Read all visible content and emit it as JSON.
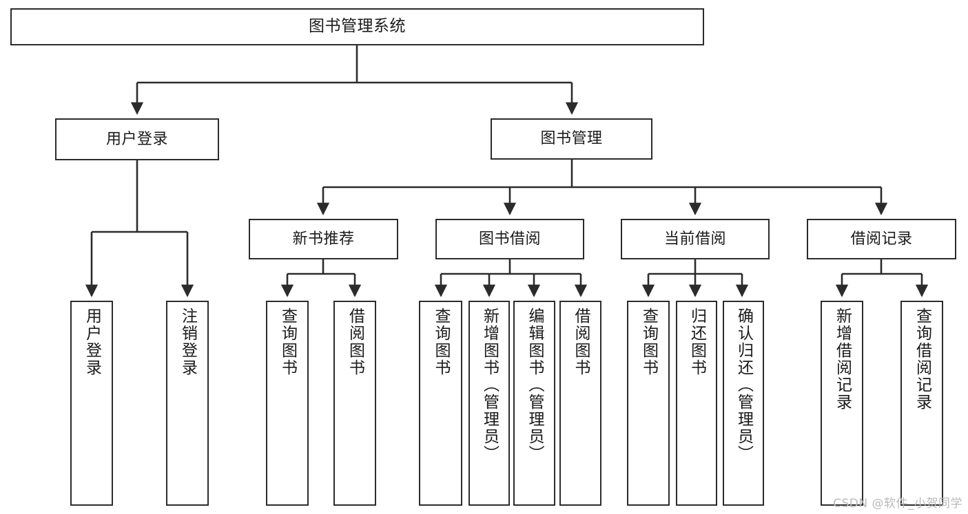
{
  "diagram": {
    "title": "图书管理系统",
    "type": "tree-hierarchy",
    "watermark": "CSDN @软件_小贺同学",
    "colors": {
      "box_border": "#2b2b2b",
      "box_fill": "#ffffff",
      "edge": "#2b2b2b",
      "text": "#1a1a1a",
      "watermark": "#b9b9b9",
      "background": "#ffffff"
    },
    "levels": {
      "root": {
        "label": "图书管理系统"
      },
      "level1": [
        {
          "label": "用户登录"
        },
        {
          "label": "图书管理"
        }
      ],
      "level2": [
        {
          "label": "新书推荐"
        },
        {
          "label": "图书借阅"
        },
        {
          "label": "当前借阅"
        },
        {
          "label": "借阅记录"
        }
      ],
      "leaves": {
        "user_login": [
          {
            "label": "用户登录"
          },
          {
            "label": "注销登录"
          }
        ],
        "new_book_recommend": [
          {
            "label": "查询图书"
          },
          {
            "label": "借阅图书"
          }
        ],
        "book_borrow": [
          {
            "label": "查询图书"
          },
          {
            "label": "新增图书（管理员）"
          },
          {
            "label": "编辑图书（管理员）"
          },
          {
            "label": "借阅图书"
          }
        ],
        "current_borrow": [
          {
            "label": "查询图书"
          },
          {
            "label": "归还图书"
          },
          {
            "label": "确认归还（管理员）"
          }
        ],
        "borrow_record": [
          {
            "label": "新增借阅记录"
          },
          {
            "label": "查询借阅记录"
          }
        ]
      }
    }
  }
}
